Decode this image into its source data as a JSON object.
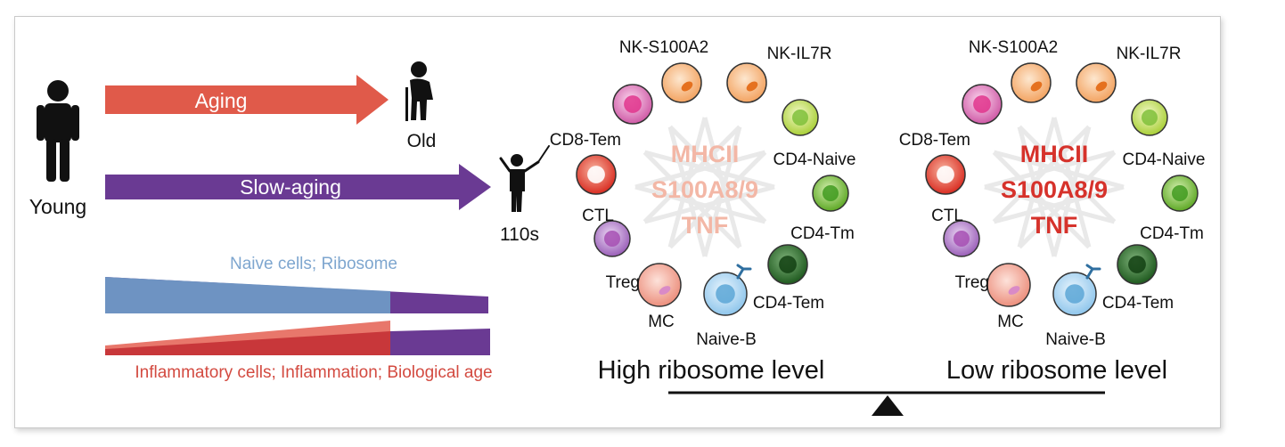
{
  "left": {
    "young_label": "Young",
    "old_label": "Old",
    "centenarian_label": "110s",
    "aging_label": "Aging",
    "slow_aging_label": "Slow-aging",
    "naive_label": "Naive cells; Ribosome",
    "inflammatory_label": "Inflammatory cells; Inflammation; Biological age"
  },
  "panels": [
    {
      "caption": "High ribosome level",
      "center_lines": [
        "MHCII",
        "S100A8/9",
        "TNF"
      ],
      "center_color": "#f3b7a6",
      "cells": [
        "NK-S100A2",
        "NK-IL7R",
        "CD4-Naive",
        "CD4-Tm",
        "CD4-Tem",
        "Naive-B",
        "MC",
        "Treg",
        "CTL",
        "CD8-Tem"
      ]
    },
    {
      "caption": "Low ribosome level",
      "center_lines": [
        "MHCII",
        "S100A8/9",
        "TNF"
      ],
      "center_color": "#d6322b",
      "cells": [
        "NK-S100A2",
        "NK-IL7R",
        "CD4-Naive",
        "CD4-Tm",
        "CD4-Tem",
        "Naive-B",
        "MC",
        "Treg",
        "CTL",
        "CD8-Tem"
      ]
    }
  ],
  "colors": {
    "aging_arrow": "#e05a4a",
    "slow_aging_arrow": "#6a3a93",
    "naive_blue": "#6e93c2",
    "naive_label": "#7ea6cf",
    "inflam_red": "#d8473f",
    "inflam_label": "#d34a40",
    "purple_band": "#6a3a93"
  }
}
